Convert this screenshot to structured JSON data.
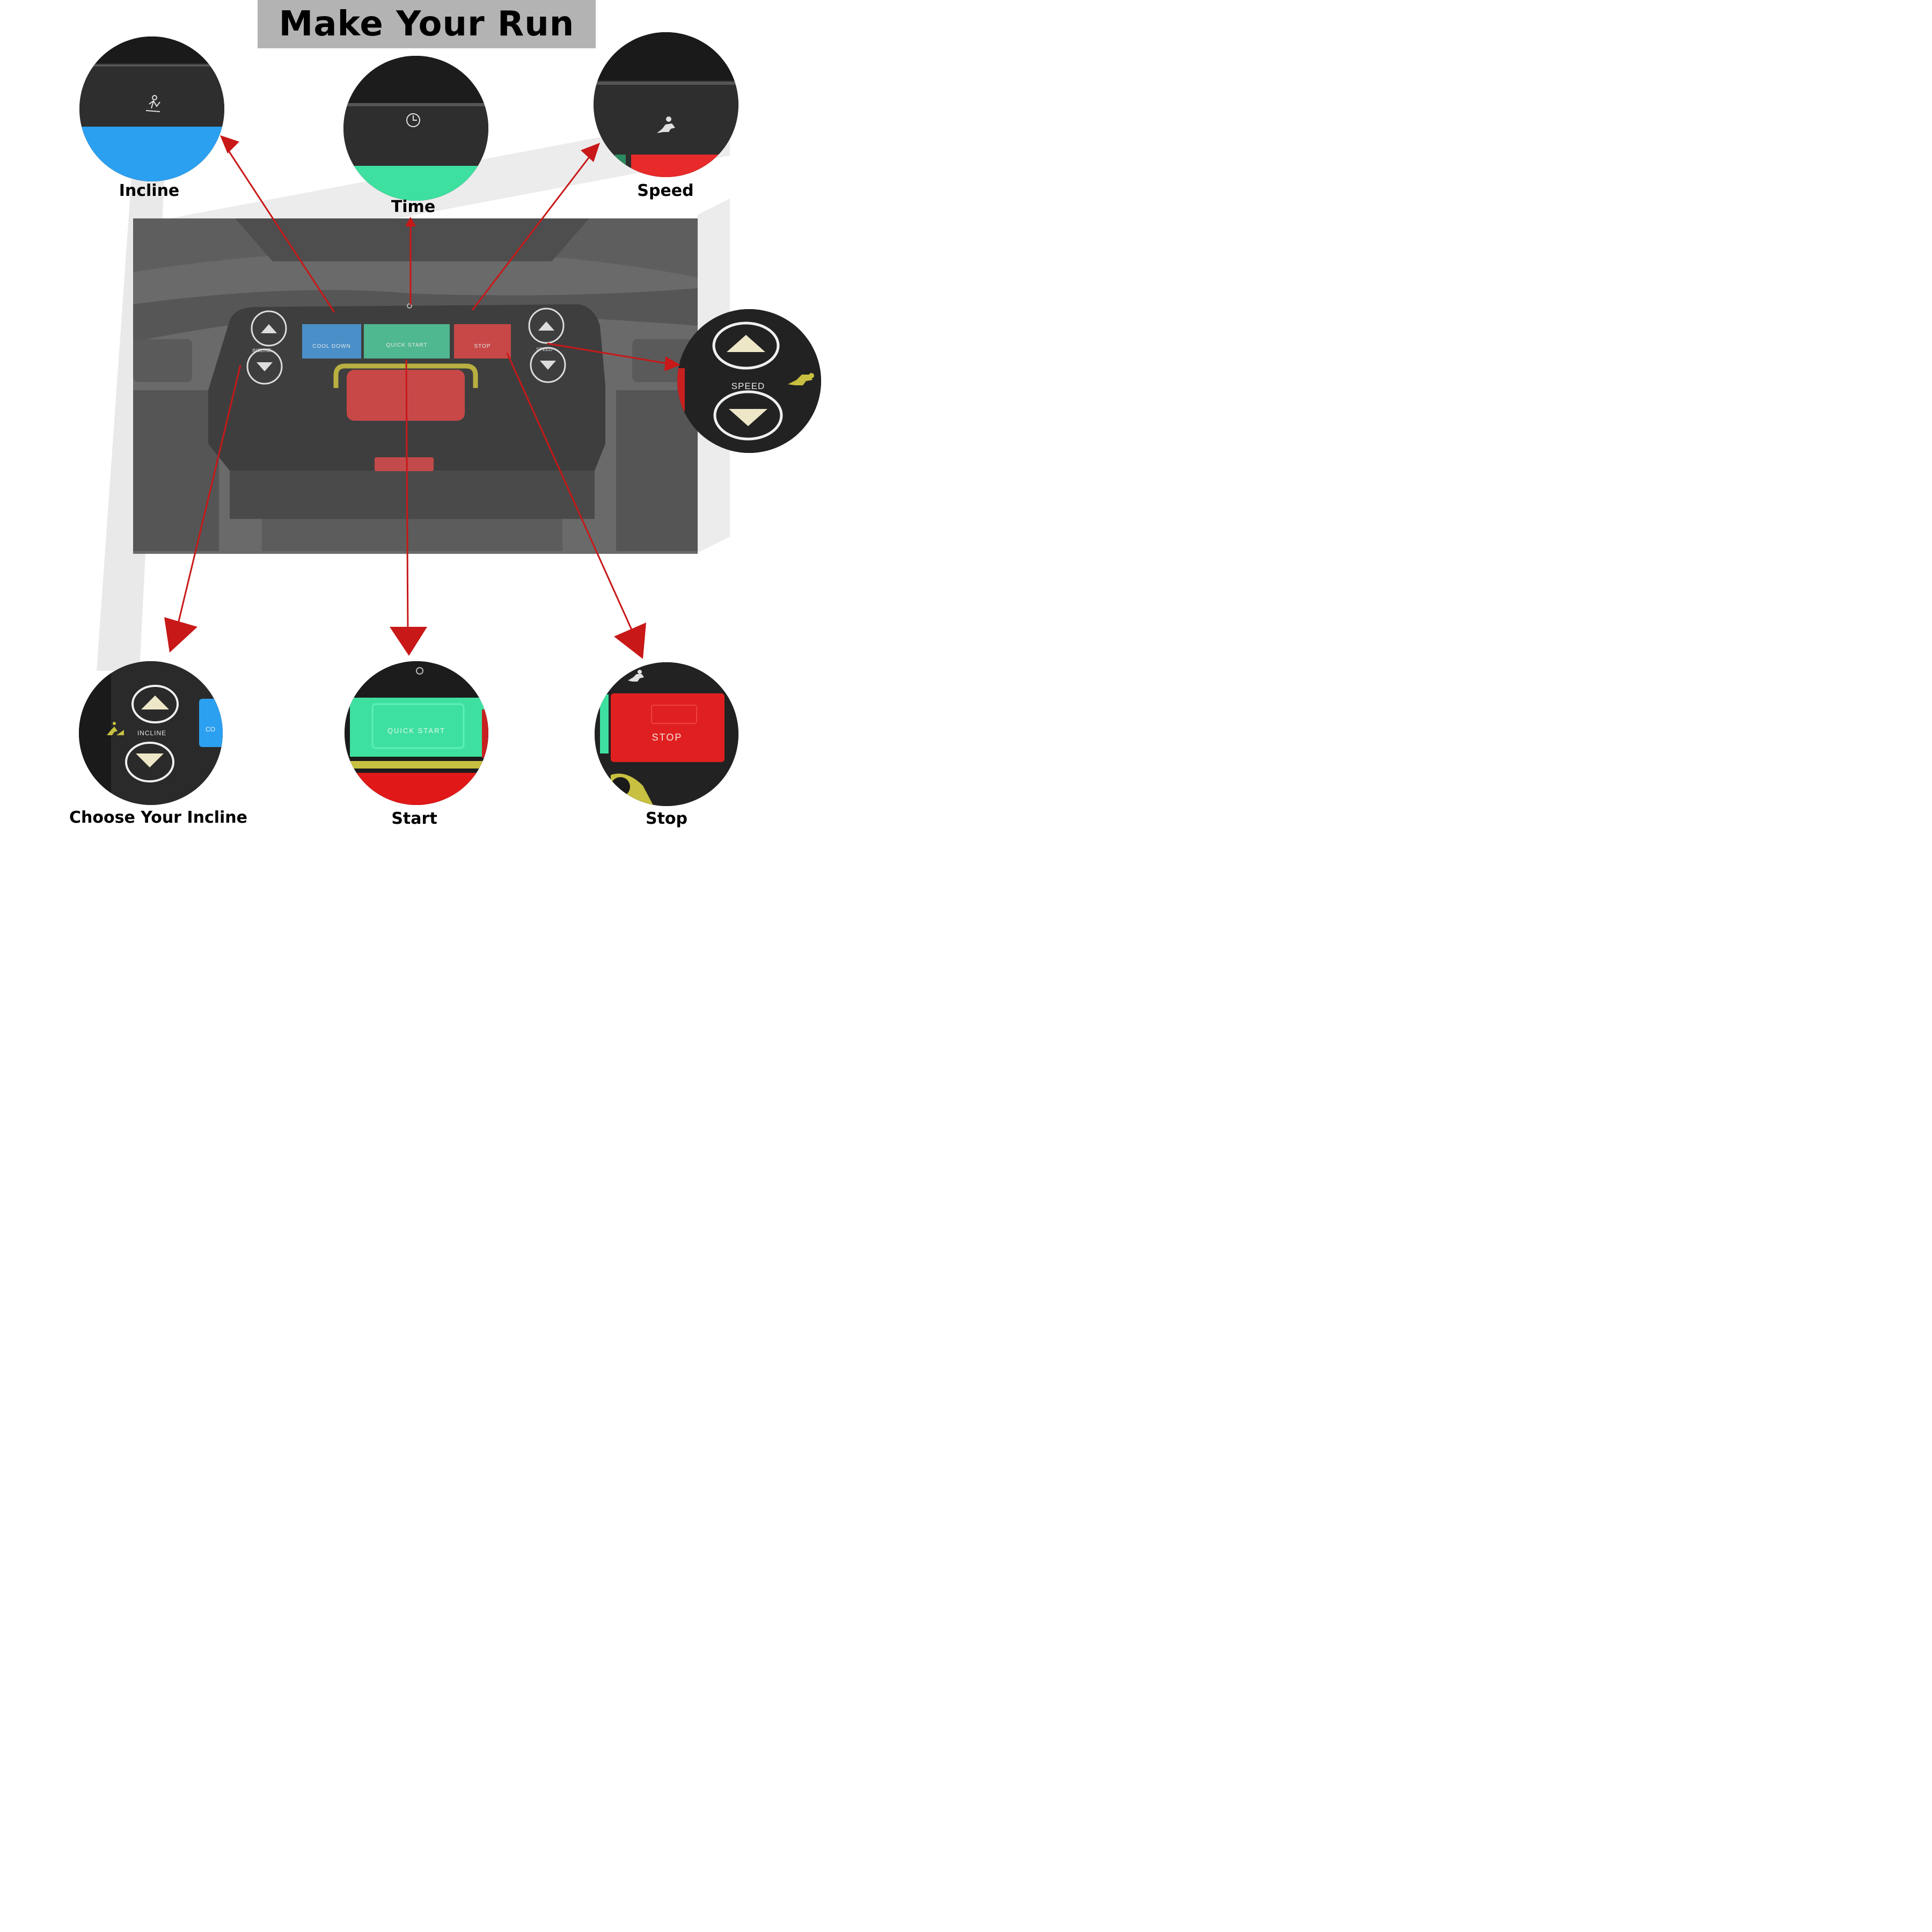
{
  "title": "Make Your Run",
  "callouts": {
    "incline": "Incline",
    "time": "Time",
    "speed": "Speed",
    "choose_incline": "Choose Your Incline",
    "start": "Start",
    "stop": "Stop"
  },
  "panel": {
    "incline_label": "INCLINE",
    "speed_label": "SPEED",
    "cool_down": "COOL DOWN",
    "quick_start": "QUICK START",
    "stop": "STOP"
  },
  "zoom_speed": {
    "label": "SPEED"
  },
  "zoom_incline": {
    "label": "INCLINE",
    "partial": "CO"
  },
  "zoom_start": {
    "label": "QUICK START"
  },
  "zoom_stop": {
    "label": "STOP"
  },
  "colors": {
    "blue": "#3aa0ea",
    "green": "#3ee0a0",
    "red": "#e82a2a",
    "arrow": "#c81818",
    "yellow": "#c8c040"
  }
}
